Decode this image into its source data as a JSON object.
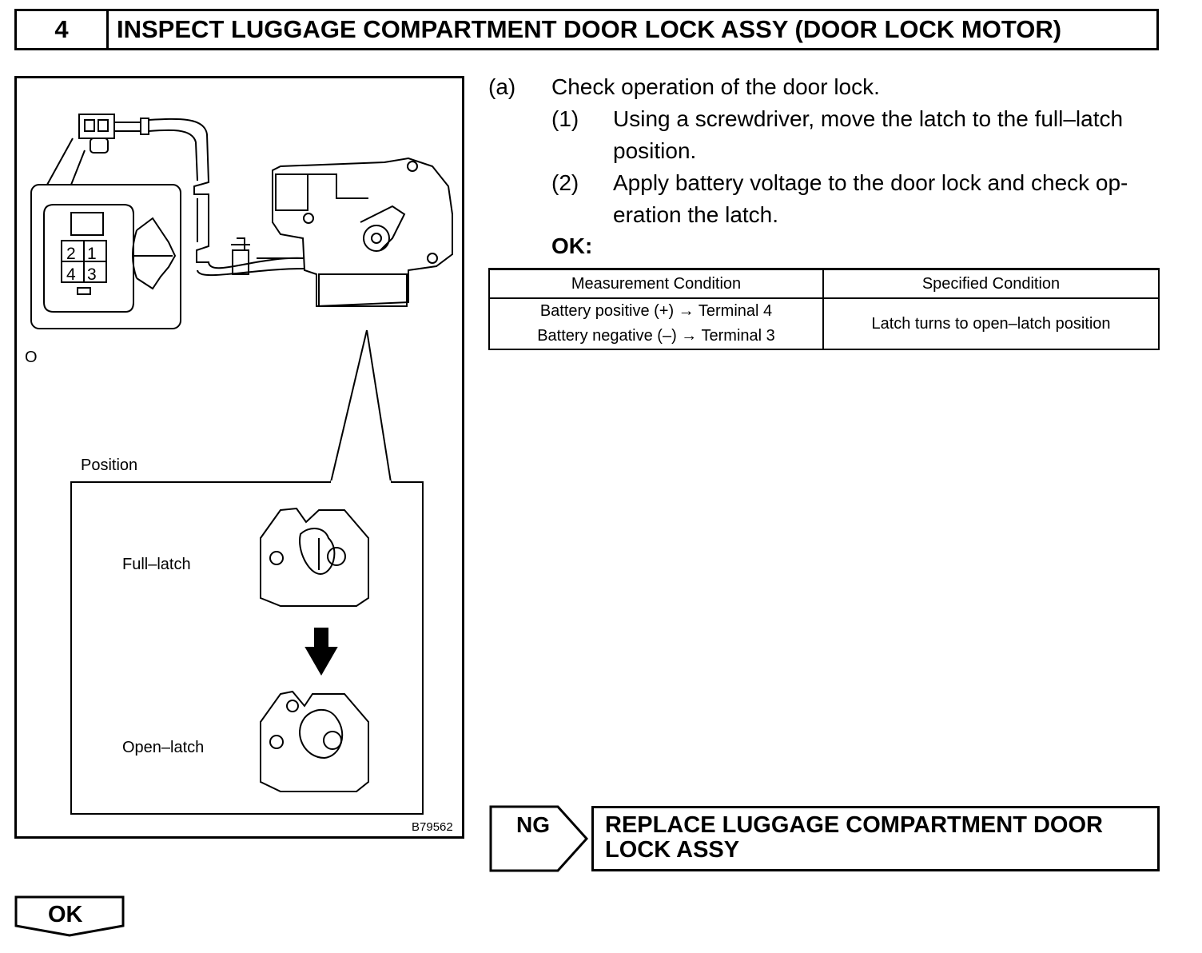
{
  "header": {
    "step_number": "4",
    "title": "INSPECT LUGGAGE COMPARTMENT DOOR LOCK ASSY (DOOR LOCK MOTOR)"
  },
  "figure": {
    "connector_pins": [
      "2",
      "1",
      "4",
      "3"
    ],
    "connector_marker": "O",
    "position_label": "Position",
    "full_latch_label": "Full–latch",
    "open_latch_label": "Open–latch",
    "figure_id": "B79562"
  },
  "instructions": {
    "step_a_label": "(a)",
    "step_a_text": "Check operation of the door lock.",
    "step_1_label": "(1)",
    "step_1_line1": "Using a screwdriver, move the latch to the full–latch",
    "step_1_line2": "position.",
    "step_2_label": "(2)",
    "step_2_line1": "Apply battery voltage to the door lock and check op-",
    "step_2_line2": "eration the latch.",
    "ok_label": "OK:"
  },
  "table": {
    "headers": [
      "Measurement Condition",
      "Specified Condition"
    ],
    "row": {
      "measure_line1": "Battery positive (+) → Terminal 4",
      "measure_line2": "Battery negative (–) → Terminal 3",
      "specified": "Latch turns to open–latch position"
    }
  },
  "ng": {
    "label": "NG",
    "action_line1": "REPLACE LUGGAGE COMPARTMENT DOOR",
    "action_line2": "LOCK ASSY"
  },
  "ok_bottom": {
    "label": "OK"
  }
}
